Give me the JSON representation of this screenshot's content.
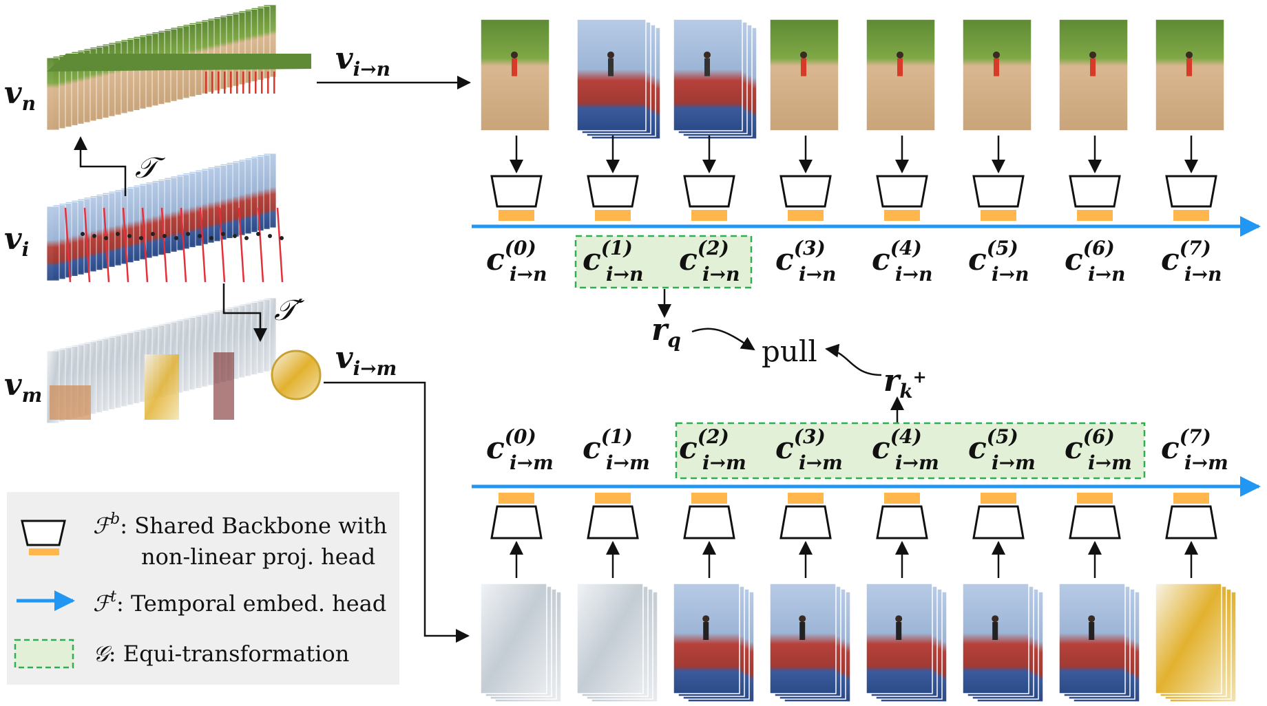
{
  "labels": {
    "vn": "v",
    "vn_sub": "n",
    "vi": "v",
    "vi_sub": "i",
    "vm": "v",
    "vm_sub": "m",
    "vin": "v",
    "vin_sub": "i→n",
    "vim": "v",
    "vim_sub": "i→m",
    "T": "𝒯",
    "Tp": "𝒯′",
    "rq": "r",
    "rq_sub": "q",
    "rk": "r",
    "rk_sub": "k",
    "rk_sup": "+",
    "pull": "pull"
  },
  "clips_n": [
    {
      "c": "c",
      "sup": "(0)",
      "sub": "i→n"
    },
    {
      "c": "c",
      "sup": "(1)",
      "sub": "i→n"
    },
    {
      "c": "c",
      "sup": "(2)",
      "sub": "i→n"
    },
    {
      "c": "c",
      "sup": "(3)",
      "sub": "i→n"
    },
    {
      "c": "c",
      "sup": "(4)",
      "sub": "i→n"
    },
    {
      "c": "c",
      "sup": "(5)",
      "sub": "i→n"
    },
    {
      "c": "c",
      "sup": "(6)",
      "sub": "i→n"
    },
    {
      "c": "c",
      "sup": "(7)",
      "sub": "i→n"
    }
  ],
  "clips_m": [
    {
      "c": "c",
      "sup": "(0)",
      "sub": "i→m"
    },
    {
      "c": "c",
      "sup": "(1)",
      "sub": "i→m"
    },
    {
      "c": "c",
      "sup": "(2)",
      "sub": "i→m"
    },
    {
      "c": "c",
      "sup": "(3)",
      "sub": "i→m"
    },
    {
      "c": "c",
      "sup": "(4)",
      "sub": "i→m"
    },
    {
      "c": "c",
      "sup": "(5)",
      "sub": "i→m"
    },
    {
      "c": "c",
      "sup": "(6)",
      "sub": "i→m"
    },
    {
      "c": "c",
      "sup": "(7)",
      "sub": "i→m"
    }
  ],
  "legend": {
    "backbone_symbol": "ℱ",
    "backbone_sup": "b",
    "backbone_line1": ": Shared Backbone with",
    "backbone_line2": "non-linear proj. head",
    "temporal_symbol": "ℱ",
    "temporal_sup": "t",
    "temporal_text": ": Temporal embed. head",
    "equi_symbol": "𝒢",
    "equi_text": ":   Equi-transformation"
  },
  "colors": {
    "arrow_blue": "#2196f3",
    "head_orange": "#ffb74d",
    "group_fill": "#e3f0d8",
    "group_border": "#2eae4f",
    "legend_bg": "#efefef",
    "grass": "#6f9a3c",
    "sand": "#d8b48c",
    "sky": "#a9c1e0",
    "track": "#b5413a",
    "stands": "#2f4f8c",
    "metal": "#d7dde3",
    "gold": "#e2b12f"
  }
}
